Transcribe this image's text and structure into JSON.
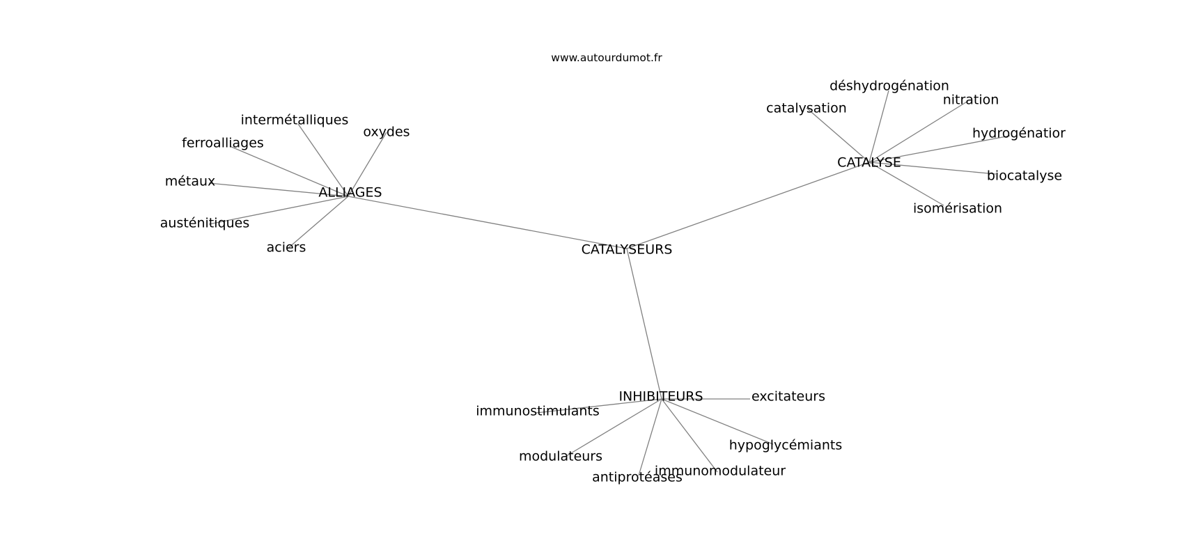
{
  "site": "www.autourdumot.fr",
  "graph": {
    "center": "CATALYSEURS",
    "hubs": [
      {
        "label": "ALLIAGES",
        "leaves": [
          "intermétalliques",
          "oxydes",
          "ferroalliages",
          "métaux",
          "austénitiques",
          "aciers"
        ]
      },
      {
        "label": "CATALYSE",
        "leaves": [
          "déshydrogénation",
          "catalysation",
          "nitration",
          "hydrogénatior",
          "biocatalyse",
          "isomérisation"
        ]
      },
      {
        "label": "INHIBITEURS",
        "leaves": [
          "excitateurs",
          "immunostimulants",
          "hypoglycémiants",
          "modulateurs",
          "immunomodulateur",
          "antiprotéases"
        ]
      }
    ]
  }
}
